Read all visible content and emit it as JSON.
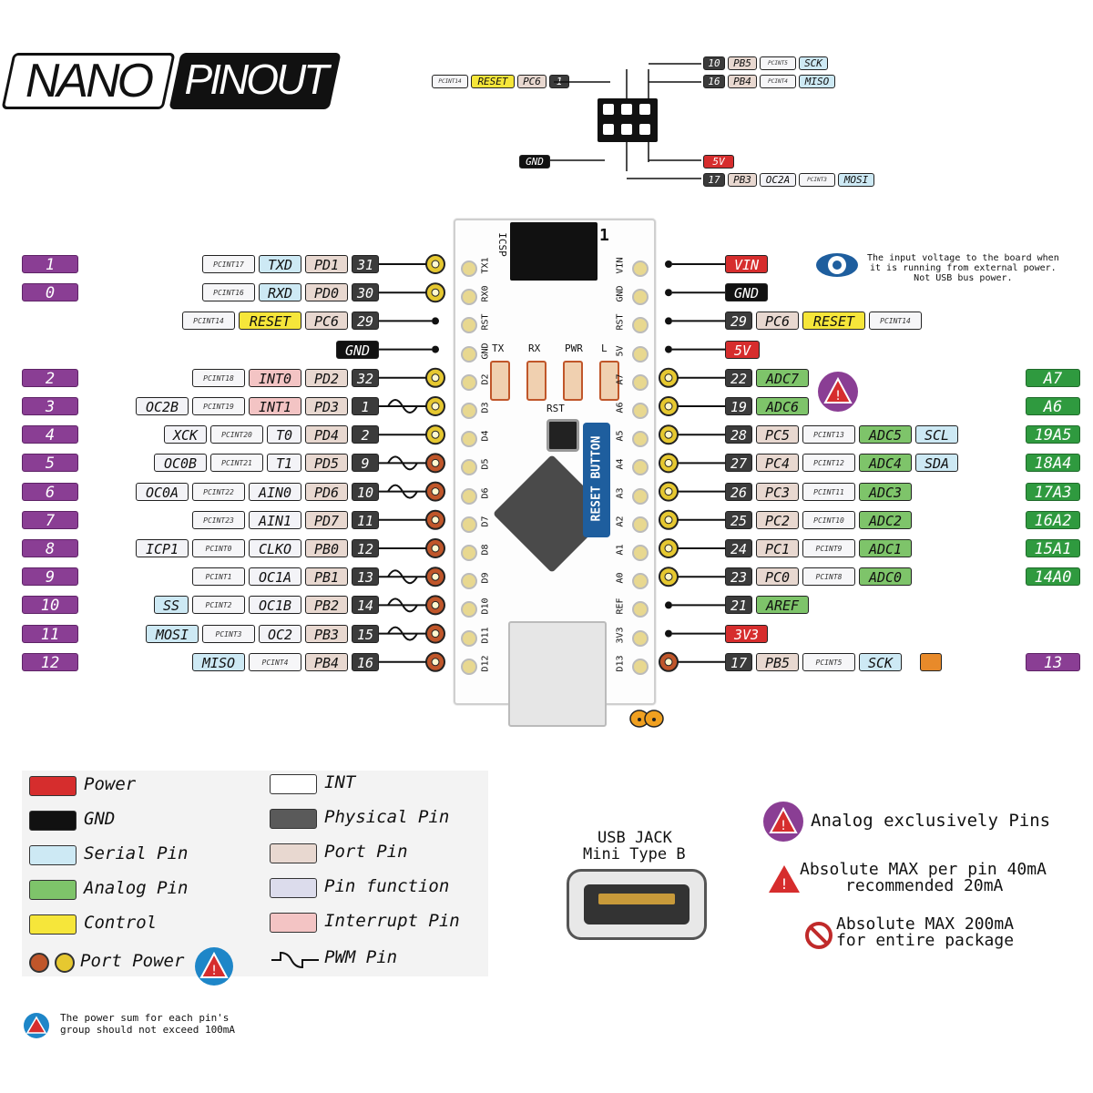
{
  "title": {
    "nano": "NANO",
    "pinout": "PINOUT"
  },
  "icsp_top": {
    "left": [
      "PCINT14",
      "RESET",
      "PC6",
      "1"
    ],
    "right1": [
      "10",
      "PB5",
      "PCINT5",
      "SCK"
    ],
    "right2": [
      "16",
      "PB4",
      "PCINT4",
      "MISO"
    ],
    "gnd": "GND",
    "v5": "5V",
    "right3": [
      "17",
      "PB3",
      "OC2A",
      "PCINT3",
      "MOSI"
    ]
  },
  "board": {
    "icsp_label": "ICSP",
    "icsp_one": "1",
    "leds": [
      "TX",
      "RX",
      "PWR",
      "L"
    ],
    "rst": "RST",
    "reset_button": "RESET BUTTON",
    "left_pins": [
      "TX1",
      "RX0",
      "RST",
      "GND",
      "D2",
      "D3",
      "D4",
      "D5",
      "D6",
      "D7",
      "D8",
      "D9",
      "D10",
      "D11",
      "D12"
    ],
    "right_pins": [
      "VIN",
      "GND",
      "RST",
      "5V",
      "A7",
      "A6",
      "A5",
      "A4",
      "A3",
      "A2",
      "A1",
      "A0",
      "REF",
      "3V3",
      "D13"
    ]
  },
  "left_rows": [
    {
      "num": "1",
      "tags": [
        [
          "PCINT17",
          "pcint"
        ],
        [
          "TXD",
          "serial"
        ],
        [
          "PD1",
          "port"
        ],
        [
          "31",
          "phys"
        ]
      ],
      "dot": "yellow"
    },
    {
      "num": "0",
      "tags": [
        [
          "PCINT16",
          "pcint"
        ],
        [
          "RXD",
          "serial"
        ],
        [
          "PD0",
          "port"
        ],
        [
          "30",
          "phys"
        ]
      ],
      "dot": "yellow"
    },
    {
      "num": "",
      "tags": [
        [
          "PCINT14",
          "pcint"
        ],
        [
          "RESET",
          "control"
        ],
        [
          "PC6",
          "port"
        ],
        [
          "29",
          "phys"
        ]
      ],
      "dot": "small"
    },
    {
      "num": "",
      "tags": [
        [
          "GND",
          "gnd"
        ]
      ],
      "dot": "small"
    },
    {
      "num": "2",
      "tags": [
        [
          "PCINT18",
          "pcint"
        ],
        [
          "INT0",
          "intr"
        ],
        [
          "PD2",
          "port"
        ],
        [
          "32",
          "phys"
        ]
      ],
      "dot": "yellow"
    },
    {
      "num": "3",
      "tags": [
        [
          "OC2B",
          "func"
        ],
        [
          "PCINT19",
          "pcint"
        ],
        [
          "INT1",
          "intr"
        ],
        [
          "PD3",
          "port"
        ],
        [
          "1",
          "phys"
        ]
      ],
      "dot": "yellow",
      "pwm": true
    },
    {
      "num": "4",
      "tags": [
        [
          "XCK",
          "func"
        ],
        [
          "PCINT20",
          "pcint"
        ],
        [
          "T0",
          "func"
        ],
        [
          "PD4",
          "port"
        ],
        [
          "2",
          "phys"
        ]
      ],
      "dot": "yellow"
    },
    {
      "num": "5",
      "tags": [
        [
          "OC0B",
          "func"
        ],
        [
          "PCINT21",
          "pcint"
        ],
        [
          "T1",
          "func"
        ],
        [
          "PD5",
          "port"
        ],
        [
          "9",
          "phys"
        ]
      ],
      "dot": "orange",
      "pwm": true
    },
    {
      "num": "6",
      "tags": [
        [
          "OC0A",
          "func"
        ],
        [
          "PCINT22",
          "pcint"
        ],
        [
          "AIN0",
          "func"
        ],
        [
          "PD6",
          "port"
        ],
        [
          "10",
          "phys"
        ]
      ],
      "dot": "orange",
      "pwm": true
    },
    {
      "num": "7",
      "tags": [
        [
          "PCINT23",
          "pcint"
        ],
        [
          "AIN1",
          "func"
        ],
        [
          "PD7",
          "port"
        ],
        [
          "11",
          "phys"
        ]
      ],
      "dot": "orange"
    },
    {
      "num": "8",
      "tags": [
        [
          "ICP1",
          "func"
        ],
        [
          "PCINT0",
          "pcint"
        ],
        [
          "CLKO",
          "func"
        ],
        [
          "PB0",
          "port"
        ],
        [
          "12",
          "phys"
        ]
      ],
      "dot": "orange"
    },
    {
      "num": "9",
      "tags": [
        [
          "PCINT1",
          "pcint"
        ],
        [
          "OC1A",
          "func"
        ],
        [
          "PB1",
          "port"
        ],
        [
          "13",
          "phys"
        ]
      ],
      "dot": "orange",
      "pwm": true
    },
    {
      "num": "10",
      "tags": [
        [
          "SS",
          "serial"
        ],
        [
          "PCINT2",
          "pcint"
        ],
        [
          "OC1B",
          "func"
        ],
        [
          "PB2",
          "port"
        ],
        [
          "14",
          "phys"
        ]
      ],
      "dot": "orange",
      "pwm": true
    },
    {
      "num": "11",
      "tags": [
        [
          "MOSI",
          "serial"
        ],
        [
          "PCINT3",
          "pcint"
        ],
        [
          "OC2",
          "func"
        ],
        [
          "PB3",
          "port"
        ],
        [
          "15",
          "phys"
        ]
      ],
      "dot": "orange",
      "pwm": true
    },
    {
      "num": "12",
      "tags": [
        [
          "MISO",
          "serial"
        ],
        [
          "PCINT4",
          "pcint"
        ],
        [
          "PB4",
          "port"
        ],
        [
          "16",
          "phys"
        ]
      ],
      "dot": "orange"
    }
  ],
  "right_rows": [
    {
      "tags": [
        [
          "VIN",
          "power"
        ]
      ],
      "dot": "small",
      "side": ""
    },
    {
      "tags": [
        [
          "GND",
          "gnd"
        ]
      ],
      "dot": "small",
      "side": ""
    },
    {
      "tags": [
        [
          "29",
          "phys"
        ],
        [
          "PC6",
          "port"
        ],
        [
          "RESET",
          "control"
        ],
        [
          "PCINT14",
          "pcint"
        ]
      ],
      "dot": "small",
      "side": ""
    },
    {
      "tags": [
        [
          "5V",
          "power"
        ]
      ],
      "dot": "small",
      "side": ""
    },
    {
      "tags": [
        [
          "22",
          "phys"
        ],
        [
          "ADC7",
          "analog"
        ]
      ],
      "dot": "yellow",
      "side": "A7"
    },
    {
      "tags": [
        [
          "19",
          "phys"
        ],
        [
          "ADC6",
          "analog"
        ]
      ],
      "dot": "yellow",
      "side": "A6"
    },
    {
      "tags": [
        [
          "28",
          "phys"
        ],
        [
          "PC5",
          "port"
        ],
        [
          "PCINT13",
          "pcint"
        ],
        [
          "ADC5",
          "analog"
        ],
        [
          "SCL",
          "serial"
        ]
      ],
      "dot": "yellow",
      "side": "19A5"
    },
    {
      "tags": [
        [
          "27",
          "phys"
        ],
        [
          "PC4",
          "port"
        ],
        [
          "PCINT12",
          "pcint"
        ],
        [
          "ADC4",
          "analog"
        ],
        [
          "SDA",
          "serial"
        ]
      ],
      "dot": "yellow",
      "side": "18A4"
    },
    {
      "tags": [
        [
          "26",
          "phys"
        ],
        [
          "PC3",
          "port"
        ],
        [
          "PCINT11",
          "pcint"
        ],
        [
          "ADC3",
          "analog"
        ]
      ],
      "dot": "yellow",
      "side": "17A3"
    },
    {
      "tags": [
        [
          "25",
          "phys"
        ],
        [
          "PC2",
          "port"
        ],
        [
          "PCINT10",
          "pcint"
        ],
        [
          "ADC2",
          "analog"
        ]
      ],
      "dot": "yellow",
      "side": "16A2"
    },
    {
      "tags": [
        [
          "24",
          "phys"
        ],
        [
          "PC1",
          "port"
        ],
        [
          "PCINT9",
          "pcint"
        ],
        [
          "ADC1",
          "analog"
        ]
      ],
      "dot": "yellow",
      "side": "15A1"
    },
    {
      "tags": [
        [
          "23",
          "phys"
        ],
        [
          "PC0",
          "port"
        ],
        [
          "PCINT8",
          "pcint"
        ],
        [
          "ADC0",
          "analog"
        ]
      ],
      "dot": "yellow",
      "side": "14A0"
    },
    {
      "tags": [
        [
          "21",
          "phys"
        ],
        [
          "AREF",
          "analog"
        ]
      ],
      "dot": "small",
      "side": ""
    },
    {
      "tags": [
        [
          "3V3",
          "power"
        ]
      ],
      "dot": "small",
      "side": ""
    },
    {
      "tags": [
        [
          "17",
          "phys"
        ],
        [
          "PB5",
          "port"
        ],
        [
          "PCINT5",
          "pcint"
        ],
        [
          "SCK",
          "serial"
        ]
      ],
      "dot": "orange",
      "side": "13"
    }
  ],
  "vin_note": "The input voltage to the board when\nit is running from external power.\nNot USB bus power.",
  "legend": {
    "left": [
      [
        "Power",
        "#d62d2d"
      ],
      [
        "GND",
        "#111111"
      ],
      [
        "Serial Pin",
        "#cde9f4"
      ],
      [
        "Analog Pin",
        "#7ec46a"
      ],
      [
        "Control",
        "#f6e63a"
      ]
    ],
    "port_power": "Port Power",
    "mid": [
      [
        "INT",
        "#ffffff"
      ],
      [
        "Physical Pin",
        "#5a5a5a"
      ],
      [
        "Port Pin",
        "#e8d8d0"
      ],
      [
        "Pin function",
        "#dcdcec"
      ],
      [
        "Interrupt Pin",
        "#f3c4c4"
      ]
    ],
    "pwm": "PWM Pin",
    "usb_title": "USB JACK",
    "usb_sub": "Mini Type B",
    "analog_excl": "Analog exclusively Pins",
    "max_pin1": "Absolute MAX per pin 40mA",
    "max_pin2": "recommended 20mA",
    "max_pkg1": "Absolute MAX 200mA",
    "max_pkg2": "for entire package",
    "footnote1": "The power sum for each pin's",
    "footnote2": "group should not exceed 100mA"
  },
  "colors": {
    "purple": "#8a3e94",
    "green": "#2f9a3f",
    "yellow_dot": "#e6c830",
    "orange_dot": "#c0562a"
  }
}
